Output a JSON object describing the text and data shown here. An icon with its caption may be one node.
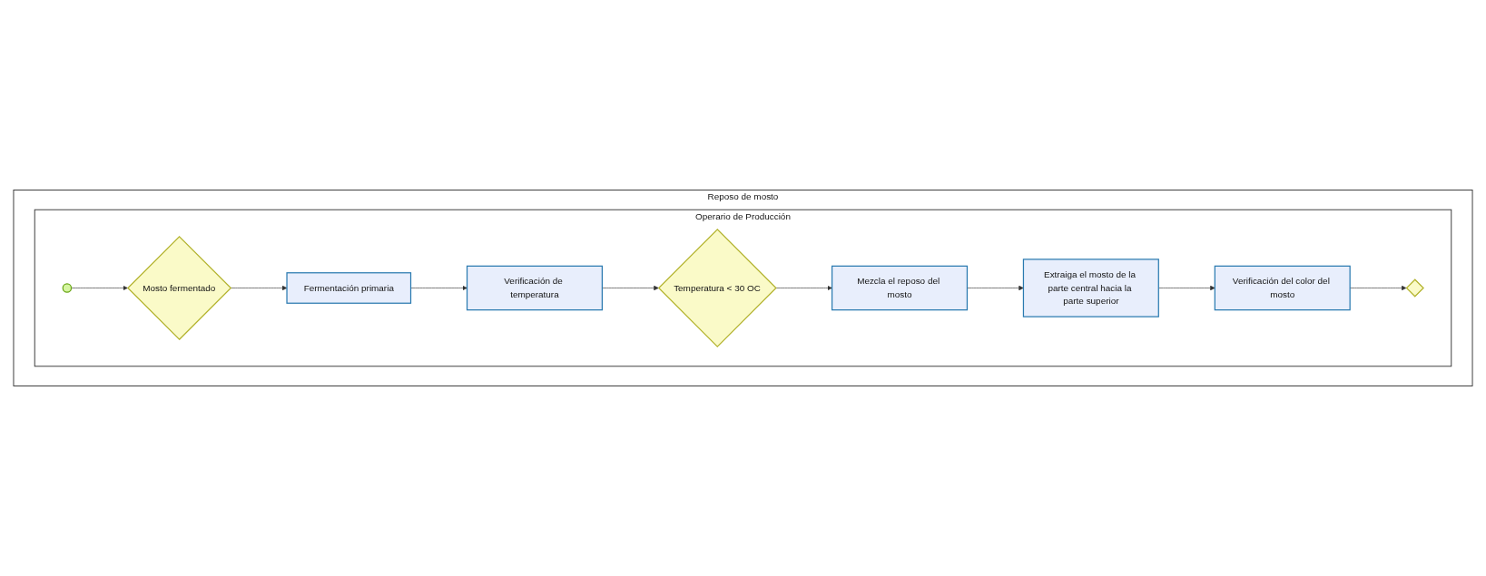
{
  "diagram": {
    "nodes": [
      {
        "text": [
          "Reposo de mosto"
        ]
      },
      {
        "text": [
          "Operario de Producción"
        ],
        "in": 0
      },
      {
        "text": [],
        "shape": "circle",
        "in": 1
      },
      {
        "text": [
          "Mosto fermentado"
        ],
        "in": 1
      },
      {
        "text": [
          "Fermentación primaria"
        ],
        "in": 1
      },
      {
        "text": [
          "Verificación de temperatura"
        ],
        "in": 1
      },
      {
        "text": [
          "Temperatura < 30 OC"
        ],
        "in": 1
      },
      {
        "text": [
          "Mezcla el reposo del mosto"
        ],
        "in": 1
      },
      {
        "text": [
          "Extraiga el mosto de la parte central hacia la parte superior"
        ],
        "in": 1
      },
      {
        "text": [
          "Verificación del color del mosto"
        ],
        "in": 1
      },
      {
        "text": [],
        "shape": "diamond",
        "in": 1
      }
    ],
    "edges": [
      {
        "from": 2,
        "to": 3,
        "arrow": "to"
      },
      {
        "from": 3,
        "to": 4,
        "arrow": "to"
      },
      {
        "from": 4,
        "to": 5,
        "arrow": "to"
      },
      {
        "from": 5,
        "to": 6,
        "arrow": "to"
      },
      {
        "from": 6,
        "to": 7,
        "arrow": "to"
      },
      {
        "from": 7,
        "to": 8,
        "arrow": "to"
      },
      {
        "from": 8,
        "to": 9,
        "arrow": "to"
      },
      {
        "from": 9,
        "to": 10,
        "arrow": "to"
      }
    ]
  }
}
